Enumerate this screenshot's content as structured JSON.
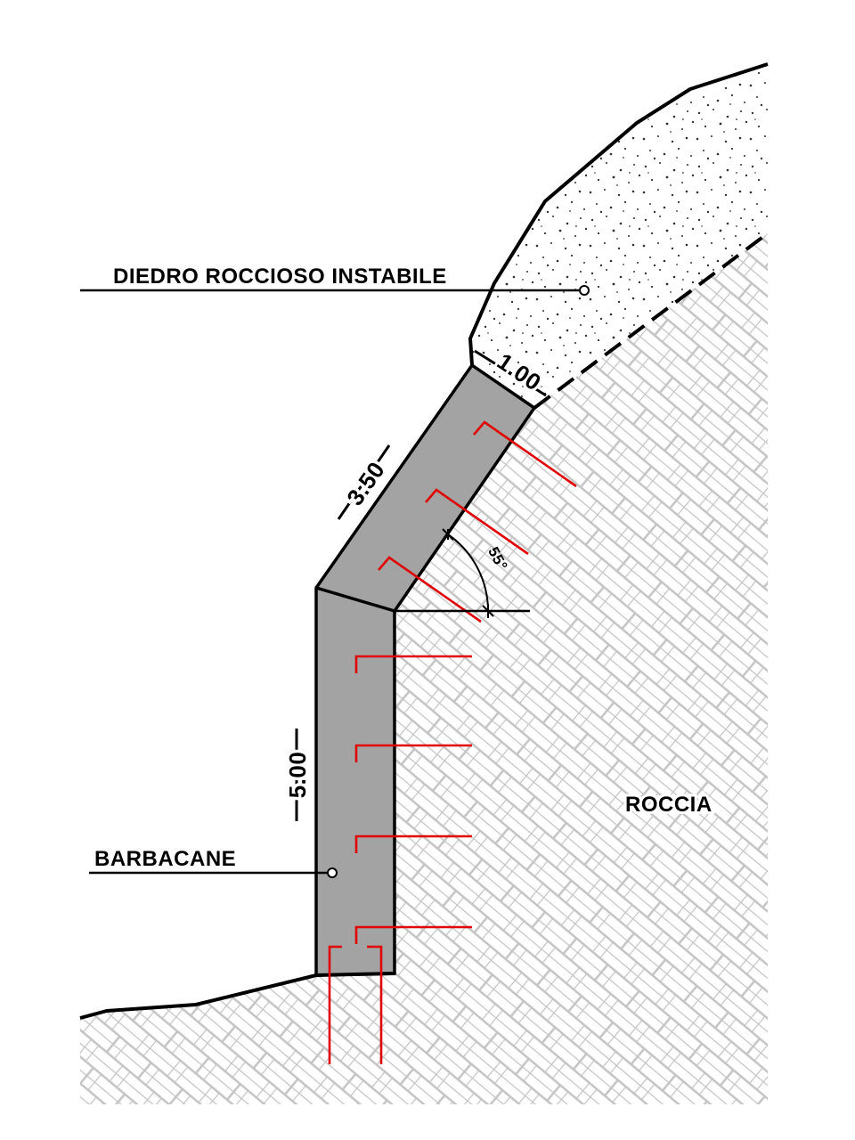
{
  "labels": {
    "unstable_rock": "DIEDRO  ROCCIOSO  INSTABILE",
    "weep_hole": "BARBACANE",
    "rock": "ROCCIA"
  },
  "dimensions": {
    "top_thickness": "1.00",
    "upper_segment": "3.50",
    "lower_segment": "5.00",
    "angle": "55°"
  },
  "colors": {
    "wall_fill": "#a3a3a3",
    "anchors": "#e00000",
    "outline": "#000000",
    "rock_hatch": "#c4c4c4",
    "soil_dots": "#333333"
  }
}
